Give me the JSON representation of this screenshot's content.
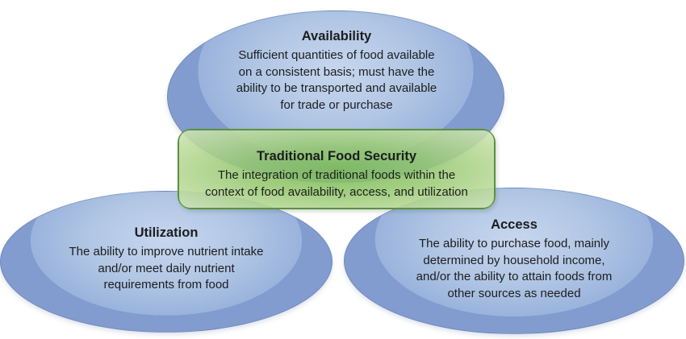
{
  "background": "#ffffff",
  "colors": {
    "ellipse_light": "#c6d6ee",
    "ellipse_mid": "#9ab3dc",
    "ellipse_dark": "#6e8abf",
    "box_green_center": "#7cbd55",
    "box_green_edge": "#d2e5b8",
    "box_border": "#5a9140",
    "text": "#1d1d1d"
  },
  "nodes": {
    "availability": {
      "title": "Availability",
      "body": [
        "Sufficient quantities of food available",
        "on a consistent basis; must have the",
        "ability to be transported and available",
        "for trade or purchase"
      ]
    },
    "traditional": {
      "title": "Traditional Food Security",
      "body": [
        "The integration of traditional foods within the",
        "context of food availability, access, and utilization"
      ]
    },
    "utilization": {
      "title": "Utilization",
      "body": [
        "The ability to improve nutrient intake",
        "and/or meet daily nutrient",
        "requirements from food"
      ]
    },
    "access": {
      "title": "Access",
      "body": [
        "The ability to purchase food, mainly",
        "determined by household income,",
        "and/or the ability to attain foods from",
        "other sources as needed"
      ]
    }
  }
}
